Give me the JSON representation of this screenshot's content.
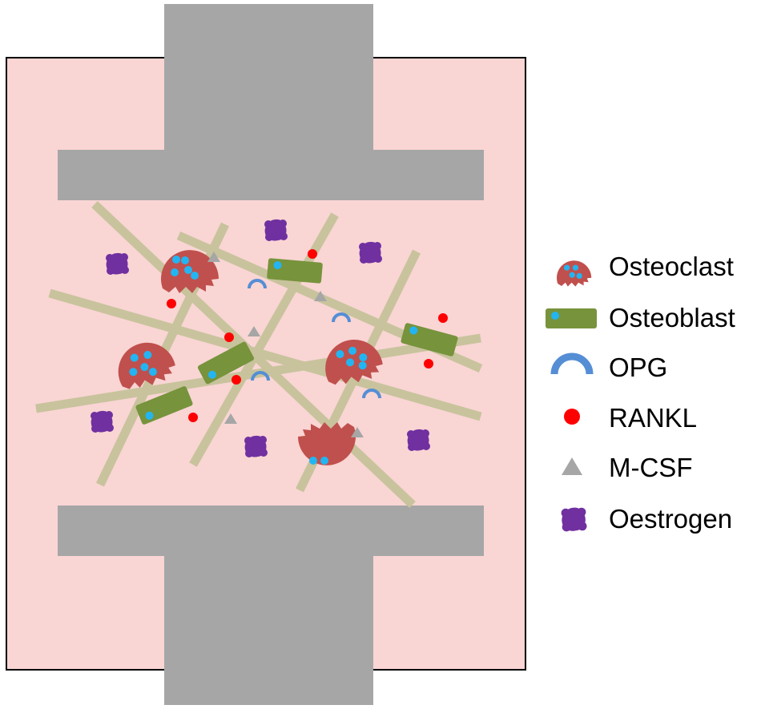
{
  "legend": [
    {
      "key": "osteoclast",
      "label": "Osteoclast",
      "icon": "osteoclast-icon",
      "color": "#C0504D"
    },
    {
      "key": "osteoblast",
      "label": "Osteoblast",
      "icon": "osteoblast-icon",
      "color": "#77933C"
    },
    {
      "key": "opg",
      "label": "OPG",
      "icon": "opg-arc-icon",
      "color": "#558ED5"
    },
    {
      "key": "rankl",
      "label": "RANKL",
      "icon": "rankl-dot-icon",
      "color": "#FF0000"
    },
    {
      "key": "mcsf",
      "label": "M-CSF",
      "icon": "mcsf-triangle-icon",
      "color": "#A6A6A6"
    },
    {
      "key": "oestrogen",
      "label": "Oestrogen",
      "icon": "oestrogen-blob-icon",
      "color": "#7030A0"
    }
  ],
  "colors": {
    "chamber_fill": "#F9D5D4",
    "chamber_border": "#000000",
    "platen_gray": "#A6A6A6",
    "fiber": "#C8C39C",
    "nucleus": "#22B5F2"
  }
}
